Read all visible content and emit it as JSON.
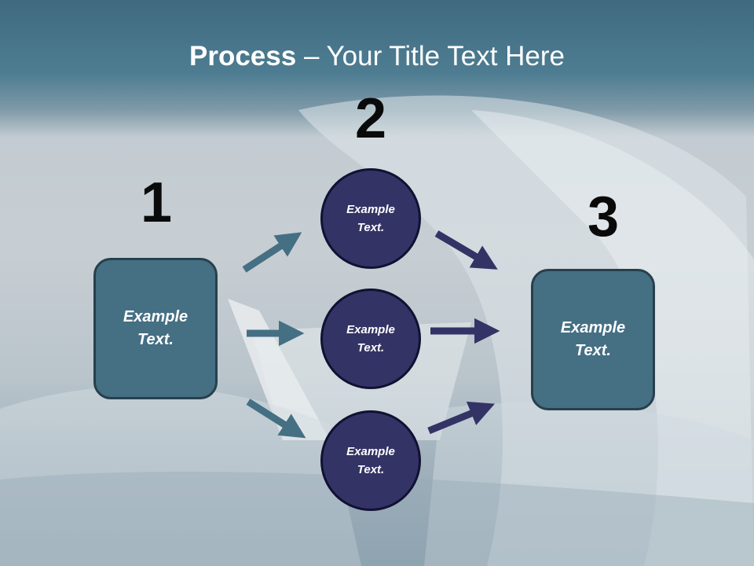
{
  "title": {
    "bold": "Process",
    "rest": " – Your Title Text Here"
  },
  "steps": [
    {
      "number": "1",
      "label": "Example Text."
    },
    {
      "number": "2",
      "items": [
        "Example Text.",
        "Example Text.",
        "Example Text."
      ]
    },
    {
      "number": "3",
      "label": "Example Text."
    }
  ],
  "colors": {
    "box": "#456f83",
    "circle": "#333366",
    "arrow_teal": "#456f83",
    "arrow_navy": "#333366"
  }
}
